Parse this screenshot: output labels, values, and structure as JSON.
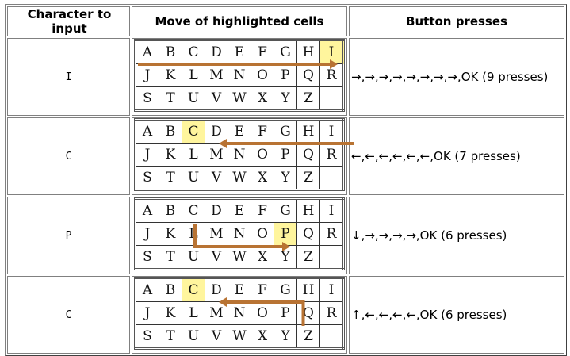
{
  "header": {
    "col1": "Character to input",
    "col2": "Move of highlighted cells",
    "col3": "Button presses"
  },
  "grid_letters": [
    [
      "A",
      "B",
      "C",
      "D",
      "E",
      "F",
      "G",
      "H",
      "I"
    ],
    [
      "J",
      "K",
      "L",
      "M",
      "N",
      "O",
      "P",
      "Q",
      "R"
    ],
    [
      "S",
      "T",
      "U",
      "V",
      "W",
      "X",
      "Y",
      "Z",
      ""
    ]
  ],
  "colors": {
    "highlight": "#fff59d",
    "arrow": "#b87333"
  },
  "rows": [
    {
      "character": "I",
      "highlighted_cell": "I",
      "path_description": "A → I (right along top row)",
      "presses": "→,→,→,→,→,→,→,→,OK (9 presses)"
    },
    {
      "character": "C",
      "highlighted_cell": "C",
      "path_description": "I → C (left along top row)",
      "presses": "←,←,←,←,←,←,OK (7 presses)"
    },
    {
      "character": "P",
      "highlighted_cell": "P",
      "path_description": "C → L (down) → P (right)",
      "presses": "↓,→,→,→,→,OK (6 presses)"
    },
    {
      "character": "C",
      "highlighted_cell": "C",
      "path_description": "P → G (up) → C (left)",
      "presses": "↑,←,←,←,←,OK (6 presses)"
    }
  ]
}
